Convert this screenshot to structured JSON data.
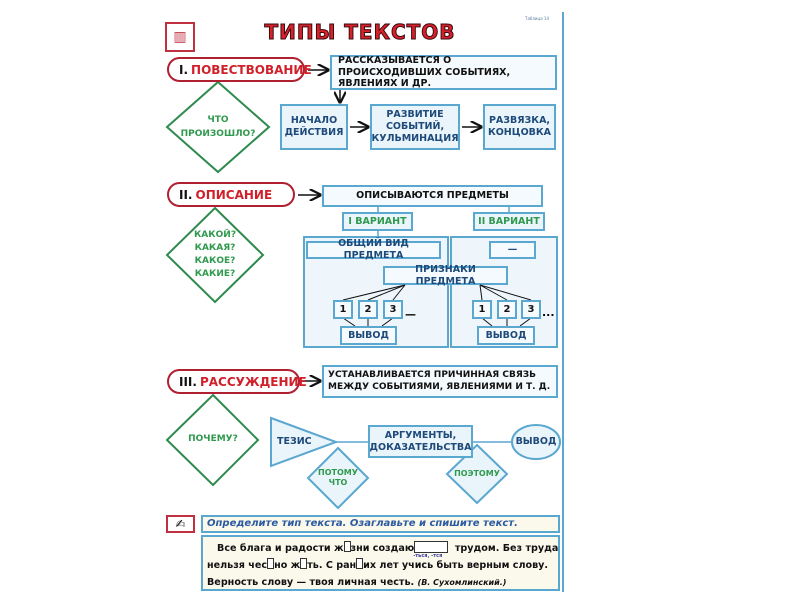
{
  "header": {
    "title": "ТИПЫ ТЕКСТОВ",
    "table_label": "Таблица 14",
    "book_icon": "book-icon"
  },
  "narration": {
    "number": "I.",
    "label": "ПОВЕСТВОВАНИЕ",
    "definition": "РАССКАЗЫВАЕТСЯ О ПРОИСХОДИВШИХ СОБЫТИЯХ, ЯВЛЕНИЯХ И ДР.",
    "question": "ЧТО ПРОИЗОШЛО?",
    "steps": [
      "НАЧАЛО ДЕЙСТВИЯ",
      "РАЗВИТИЕ СОБЫТИЙ, КУЛЬМИНАЦИЯ",
      "РАЗВЯЗКА, КОНЦОВКА"
    ]
  },
  "description": {
    "number": "II.",
    "label": "ОПИСАНИЕ",
    "definition": "ОПИСЫВАЮТСЯ ПРЕДМЕТЫ",
    "question": "КАКОЙ? КАКАЯ? КАКОЕ? КАКИЕ?",
    "variant1": "I ВАРИАНТ",
    "variant2": "II ВАРИАНТ",
    "general_view": "ОБЩИЙ ВИД ПРЕДМЕТА",
    "dash": "—",
    "features": "ПРИЗНАКИ ПРЕДМЕТА",
    "numbers": [
      "1",
      "2",
      "3"
    ],
    "left_tail": "—",
    "right_tail": "...",
    "conclusion": "ВЫВОД"
  },
  "reasoning": {
    "number": "III.",
    "label": "РАССУЖДЕНИЕ",
    "definition": "УСТАНАВЛИВАЕТСЯ ПРИЧИННАЯ СВЯЗЬ МЕЖДУ СОБЫТИЯМИ, ЯВЛЕНИЯМИ И Т. Д.",
    "question": "ПОЧЕМУ?",
    "thesis": "ТЕЗИС",
    "because": "ПОТОМУ ЧТО",
    "arguments": "АРГУМЕНТЫ, ДОКАЗАТЕЛЬСТВА",
    "therefore": "ПОЭТОМУ",
    "conclusion": "ВЫВОД"
  },
  "exercise": {
    "pencil_icon": "pencil-icon",
    "instruction": "Определите тип текста. Озаглавьте и спишите текст.",
    "line1a": "Все блага и радости ж",
    "line1b": "зни создаю",
    "hint": "-ться, -тся",
    "line1c": "трудом. Без труда",
    "line2a": "нельзя чес",
    "line2b": "но ж",
    "line2c": "ть. С ран",
    "line2d": "их лет учись быть верным слову.",
    "line3": "Верность слову — твоя личная честь.",
    "author": "(В. Сухомлинский.)"
  }
}
